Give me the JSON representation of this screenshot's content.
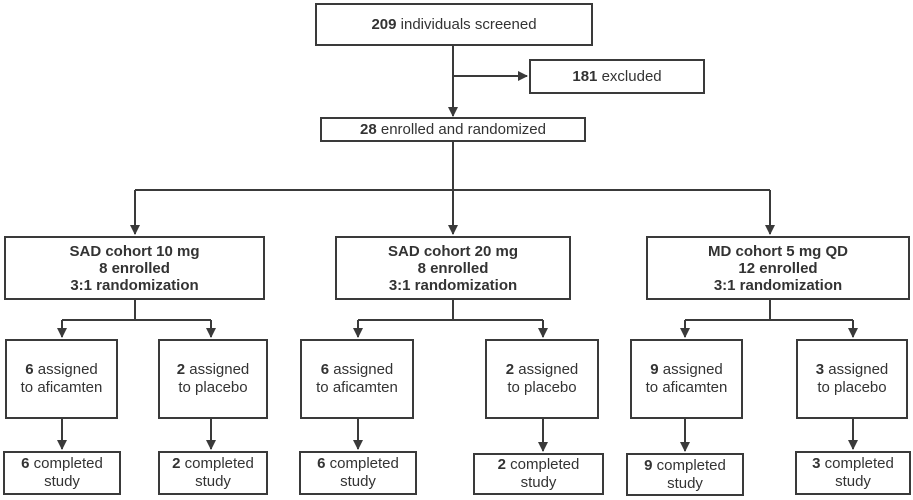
{
  "screening": {
    "count": "209",
    "text": "individuals screened"
  },
  "excluded": {
    "count": "181",
    "text": "excluded"
  },
  "enrolled": {
    "count": "28",
    "text": "enrolled and randomized"
  },
  "cohorts": [
    {
      "title": "SAD cohort 10 mg",
      "enrolled": "8 enrolled",
      "randomization": "3:1 randomization",
      "arms": [
        {
          "count": "6",
          "line1": "assigned",
          "line2": "to aficamten",
          "completed_count": "6",
          "completed_line1": "completed",
          "completed_line2": "study"
        },
        {
          "count": "2",
          "line1": "assigned",
          "line2": "to placebo",
          "completed_count": "2",
          "completed_line1": "completed",
          "completed_line2": "study"
        }
      ]
    },
    {
      "title": "SAD cohort  20 mg",
      "enrolled": "8 enrolled",
      "randomization": "3:1 randomization",
      "arms": [
        {
          "count": "6",
          "line1": "assigned",
          "line2": "to aficamten",
          "completed_count": "6",
          "completed_line1": "completed",
          "completed_line2": "study"
        },
        {
          "count": "2",
          "line1": "assigned",
          "line2": "to placebo",
          "completed_count": "2",
          "completed_line1": "completed",
          "completed_line2": "study"
        }
      ]
    },
    {
      "title": "MD cohort  5 mg QD",
      "enrolled": "12  enrolled",
      "randomization": "3:1 randomization",
      "arms": [
        {
          "count": "9",
          "line1": "assigned",
          "line2": "to aficamten",
          "completed_count": "9",
          "completed_line1": "completed",
          "completed_line2": "study"
        },
        {
          "count": "3",
          "line1": "assigned",
          "line2": "to placebo",
          "completed_count": "3",
          "completed_line1": "completed",
          "completed_line2": "study"
        }
      ]
    }
  ],
  "colors": {
    "line": "#3a3a3a",
    "text": "#333333",
    "background": "#ffffff"
  }
}
